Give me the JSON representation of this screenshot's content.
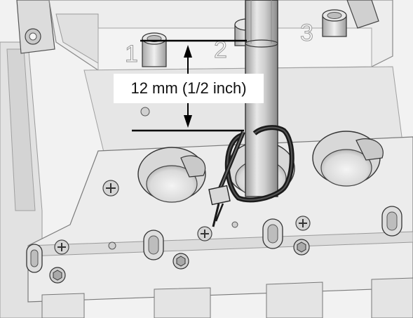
{
  "measurement": {
    "label": "12 mm (1/2 inch)"
  },
  "slots": {
    "one": "1",
    "two": "2",
    "three": "3"
  },
  "colors": {
    "background": "#ffffff",
    "plastic_light": "#eeeeee",
    "plastic_mid": "#d9d9d9",
    "plastic_shadow": "#b5b5b5",
    "outline": "#2a2a2a",
    "dimension_line": "#000000",
    "tie_wrap": "#1a1a1a"
  }
}
